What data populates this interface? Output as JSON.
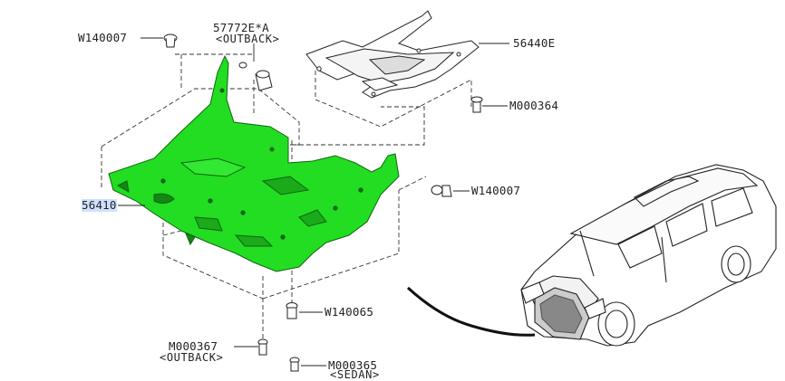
{
  "callouts": {
    "w140007_top": "W140007",
    "p57772": "57772E*A",
    "p57772_note": "<OUTBACK>",
    "p56440": "56440E",
    "m000364": "M000364",
    "w140007_right": "W140007",
    "p56410": "56410",
    "w140065": "W140065",
    "m000367": "M000367",
    "m000367_note": "<OUTBACK>",
    "m000365": "M000365",
    "m000365_note": "<SEDAN>"
  },
  "colors": {
    "highlight_part": "#22dd22",
    "highlight_label_bg": "#cfe0ff",
    "line": "#222222"
  },
  "icons": [
    "undercover-part",
    "crossmember-part",
    "clip-fastener",
    "bolt-fastener",
    "vehicle-outline"
  ]
}
